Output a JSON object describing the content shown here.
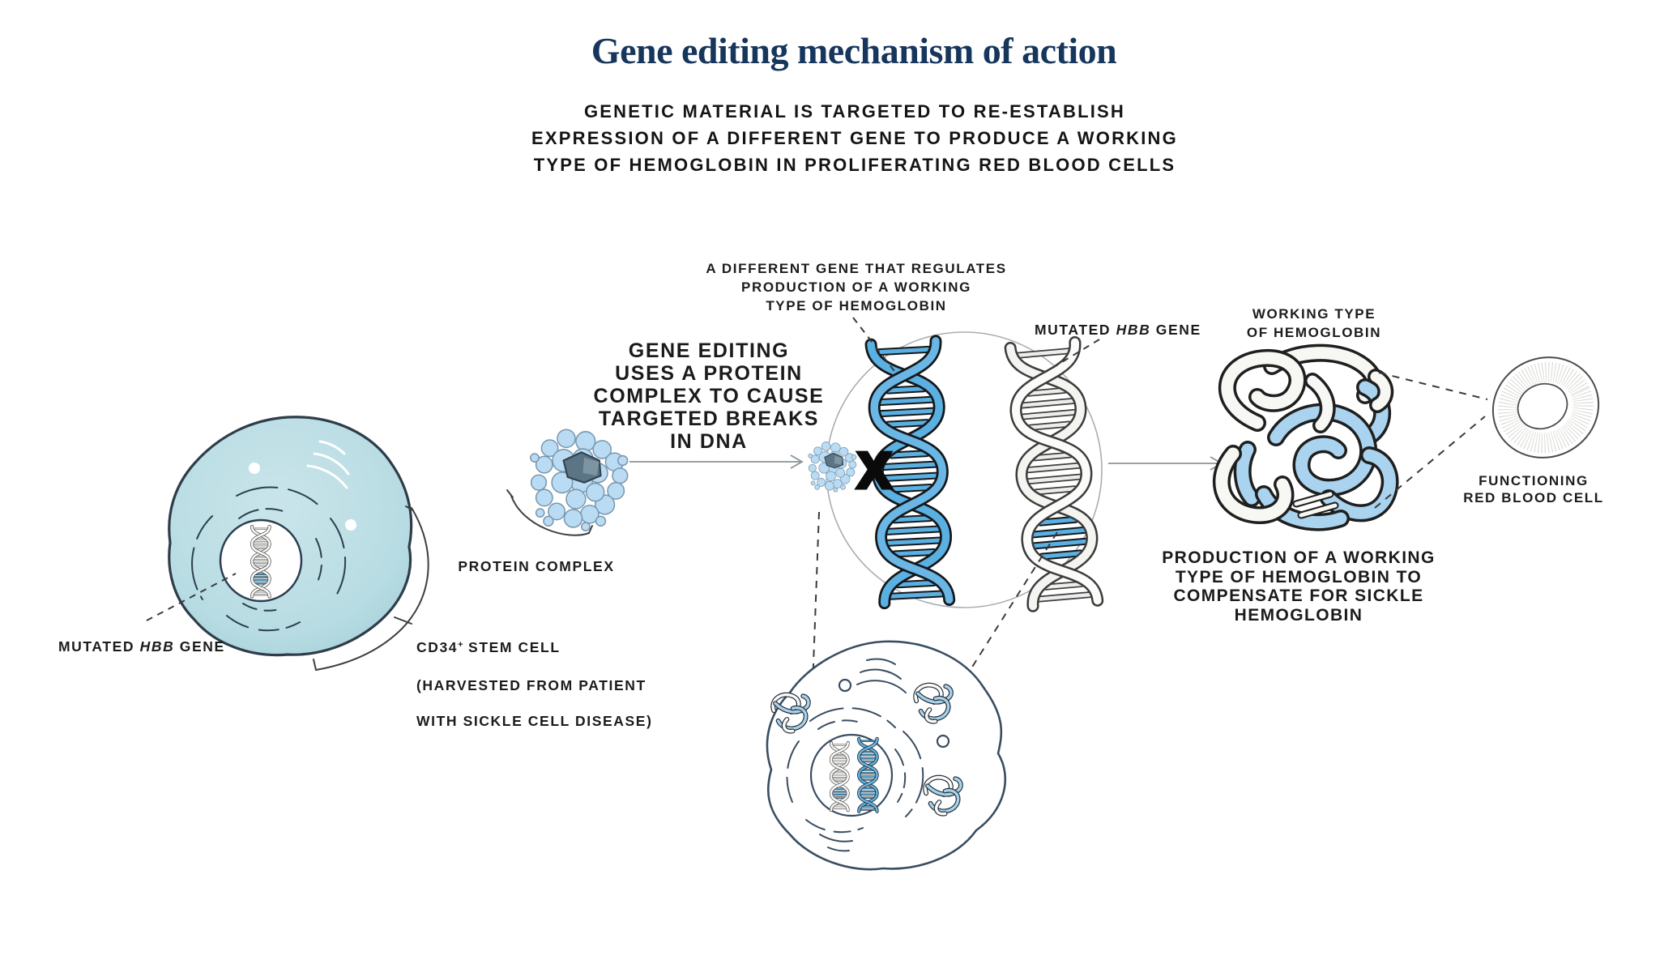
{
  "header": {
    "title": "Gene editing mechanism of action",
    "subtitle": "GENETIC MATERIAL IS TARGETED TO RE-ESTABLISH\nEXPRESSION OF A DIFFERENT GENE TO PRODUCE A WORKING\nTYPE OF HEMOGLOBIN IN PROLIFERATING RED BLOOD CELLS"
  },
  "stem_cell": {
    "mutated_gene_label": {
      "pre": "MUTATED ",
      "gene": "HBB",
      "post": " GENE"
    },
    "cd34_label": {
      "line1_pre": "CD34",
      "sup": "+",
      "line1_post": " STEM CELL",
      "line2": "(HARVESTED FROM PATIENT",
      "line3": "WITH SICKLE CELL DISEASE)"
    }
  },
  "protein_complex": {
    "label": "PROTEIN COMPLEX",
    "statement": "GENE EDITING\nUSES A PROTEIN\nCOMPLEX TO CAUSE\nTARGETED BREAKS\nIN DNA"
  },
  "dna_circle": {
    "different_gene_label": "A DIFFERENT GENE THAT REGULATES\nPRODUCTION OF A WORKING\nTYPE OF HEMOGLOBIN",
    "mutated_gene_label": {
      "pre": "MUTATED ",
      "gene": "HBB",
      "post": " GENE"
    },
    "x_mark": "X"
  },
  "hemoglobin": {
    "label": "WORKING TYPE\nOF HEMOGLOBIN",
    "rbc_label": "FUNCTIONING\nRED BLOOD CELL",
    "statement": "PRODUCTION OF A WORKING\nTYPE OF HEMOGLOBIN TO\nCOMPENSATE FOR SICKLE\nHEMOGLOBIN"
  },
  "colors": {
    "title_navy": "#16365c",
    "ink": "#1c1c1c",
    "cell_teal_fill": "#bee0e6",
    "cell_outline": "#2e3d49",
    "protein_blue": "#b9dcf4",
    "protein_core": "#5b7584",
    "dna_blue": "#5bb0e2",
    "dna_gray": "#f2f2ef",
    "bottom_cell_outline": "#3a4d60",
    "arrow_gray": "#8d9298"
  }
}
